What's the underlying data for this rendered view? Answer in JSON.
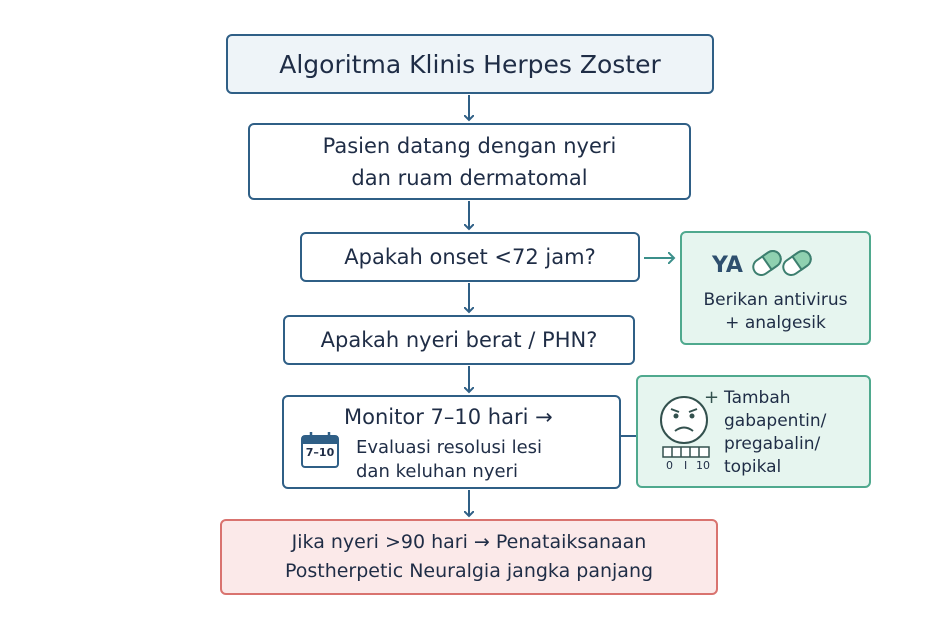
{
  "title": "Algoritma Klinis Herpes Zoster",
  "step1": {
    "line1": "Pasien datang dengan nyeri",
    "line2": "dan ruam dermatomal"
  },
  "question1": "Apakah onset <72 jam?",
  "yes_branch": {
    "label": "YA",
    "line1": "Berikan antivirus",
    "line2": "+ analgesik",
    "icon": "capsule-icon"
  },
  "question2": "Apakah nyeri berat / PHN?",
  "monitor": {
    "heading": "Monitor 7–10 hari →",
    "line1": "Evaluasi resolusi lesi",
    "line2": "dan keluhan nyeri",
    "calendar_text": "7–10",
    "icon": "calendar-icon"
  },
  "add_branch": {
    "plus": "+",
    "lines": [
      "Tambah",
      "gabapentin/",
      "pregabalin/",
      "topikal"
    ],
    "scale": [
      "0",
      "I",
      "10"
    ],
    "icon": "sad-face-icon"
  },
  "final": {
    "line1": "Jika nyeri >90 hari → Penataiksanaan",
    "line2": "Postherpetic Neuralgia jangka panjang"
  },
  "colors": {
    "primary": "#2f5f86",
    "green": "#4fa98e",
    "green_fill": "#e6f5ef",
    "red": "#d9736f",
    "red_fill": "#fbe9e9"
  }
}
